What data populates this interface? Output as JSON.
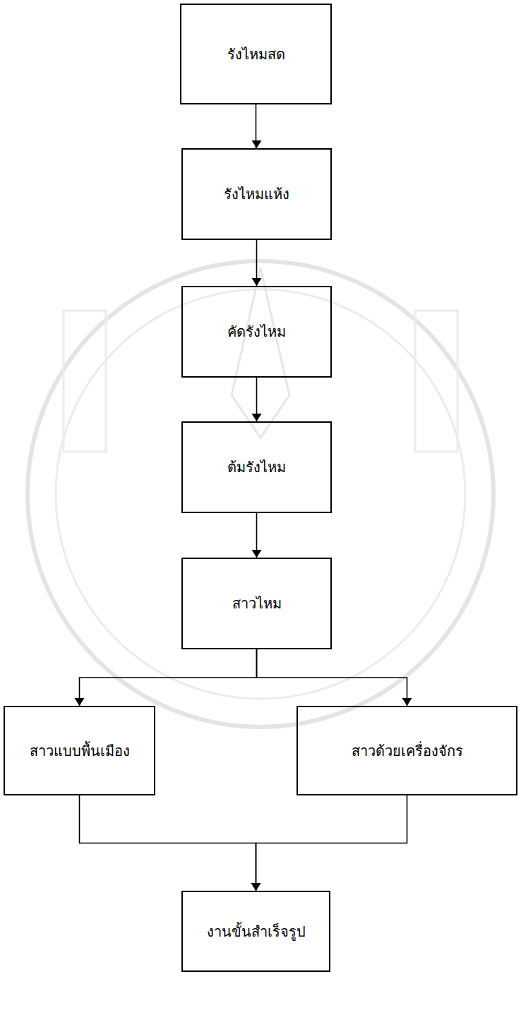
{
  "diagram": {
    "nodes": [
      {
        "text": [
          "รังไหมสด"
        ]
      },
      {
        "text": [
          "รังไหมแห้ง"
        ]
      },
      {
        "text": [
          "คัดรังไหม"
        ]
      },
      {
        "text": [
          "ต้มรังไหม"
        ]
      },
      {
        "text": [
          "สาวไหม"
        ]
      },
      {
        "text": [
          "สาวแบบพื้นเมือง"
        ]
      },
      {
        "text": [
          "สาวด้วยเครื่องจักร"
        ]
      },
      {
        "text": [
          "งานขั้นสำเร็จรูป"
        ]
      }
    ],
    "edges": [
      {
        "from": 0,
        "to": 1,
        "arrow": "to"
      },
      {
        "from": 1,
        "to": 2,
        "arrow": "to"
      },
      {
        "from": 2,
        "to": 3,
        "arrow": "to"
      },
      {
        "from": 3,
        "to": 4,
        "arrow": "to"
      },
      {
        "from": 4,
        "to": 5,
        "arrow": "to"
      },
      {
        "from": 4,
        "to": 6,
        "arrow": "to"
      },
      {
        "from": 5,
        "to": 7,
        "arrow": "to"
      },
      {
        "from": 6,
        "to": 7,
        "arrow": "to"
      }
    ]
  }
}
